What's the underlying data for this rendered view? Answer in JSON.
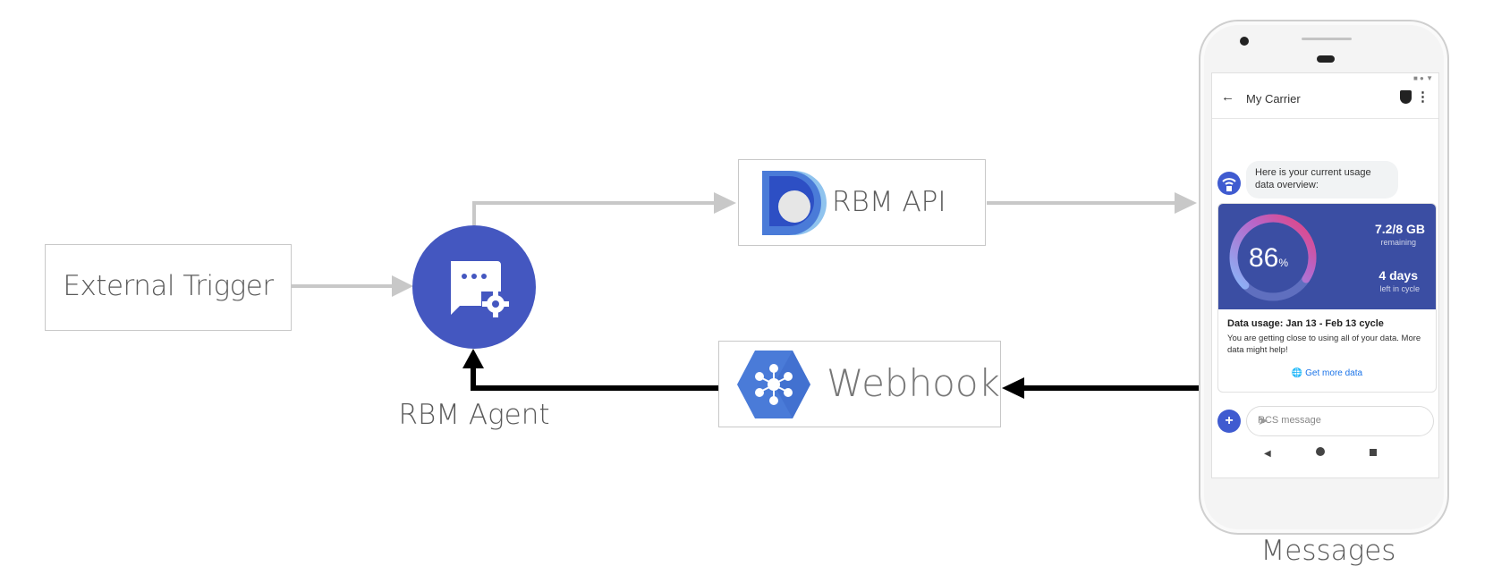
{
  "external_trigger": {
    "label": "External Trigger"
  },
  "agent": {
    "label": "RBM Agent"
  },
  "api": {
    "label": "RBM API"
  },
  "webhook": {
    "label": "Webhook"
  },
  "phone": {
    "label": "Messages",
    "app_title": "My Carrier",
    "message": "Here is your current usage data overview:",
    "card": {
      "percent": "86",
      "percent_unit": "%",
      "usage_fraction": 0.86,
      "data_value": "7.2/8 GB",
      "data_caption": "remaining",
      "days_value": "4 days",
      "days_caption": "left in cycle",
      "title": "Data usage: Jan 13 - Feb 13 cycle",
      "body": "You are getting close to using all of your data. More data might help!",
      "link": "Get more data"
    },
    "composer_placeholder": "RCS message"
  },
  "colors": {
    "agent_blue": "#4457c0",
    "card_blue": "#3b4ea3",
    "arrow_gray": "#c8c8c8",
    "arrow_black": "#000000",
    "link_blue": "#1a73e8"
  }
}
